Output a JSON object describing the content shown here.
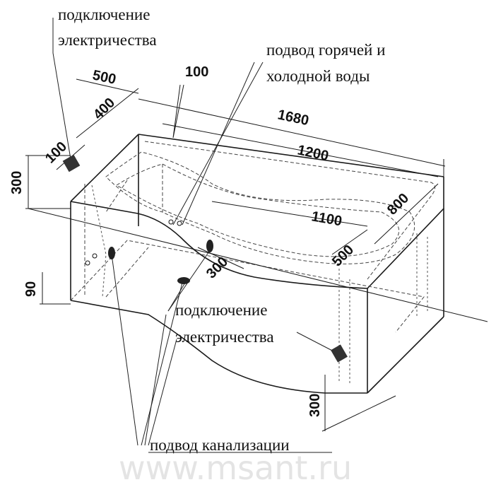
{
  "labels": {
    "electric_top": [
      "подключение",
      "электричества"
    ],
    "water": [
      "подвод горячей и",
      "холодной воды"
    ],
    "electric_mid": [
      "подключение",
      "электричества"
    ],
    "sewer": "подвод канализации"
  },
  "dimensions": {
    "d500": "500",
    "d400": "400",
    "d100_left": "100",
    "d100_top": "100",
    "d300_left": "300",
    "d1680": "1680",
    "d1200": "1200",
    "d800": "800",
    "d1100": "1100",
    "d500_right": "500",
    "d300_mid": "300",
    "d90": "90",
    "d300_bottom": "300"
  },
  "watermark": "www.msant.ru"
}
